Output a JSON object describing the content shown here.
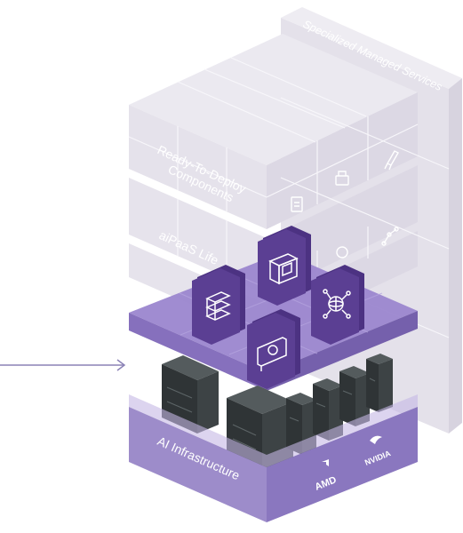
{
  "diagram": {
    "specialized_label": "Specialized Managed Services",
    "ready_label_line1": "Ready-To-Deploy",
    "ready_label_line2": "Components",
    "aipaas_label": "aiPaaS Life",
    "infra_label": "AI Infrastructure",
    "amd_label": "AMD",
    "nvidia_label": "NVIDIA",
    "colors": {
      "ghost_face": "#e9e7ef",
      "ghost_side": "#dcd8e4",
      "ghost_line": "#f7f6fa",
      "ghost_text": "#ffffff",
      "purple_top": "#9b86cf",
      "purple_front": "#7f69b7",
      "purple_side": "#6b56a3",
      "tile_dark": "#5b3f93",
      "tile_edge": "#7b62b4",
      "base_top": "#b7a8dc",
      "base_front": "#9a88c9",
      "base_side": "#8774bd",
      "server_dark": "#2f3436",
      "server_mid": "#4a5153",
      "arrow": "#8b82b6"
    },
    "icons": [
      "server-stack-icon",
      "chip-icon",
      "network-globe-icon",
      "gpu-card-icon"
    ]
  }
}
